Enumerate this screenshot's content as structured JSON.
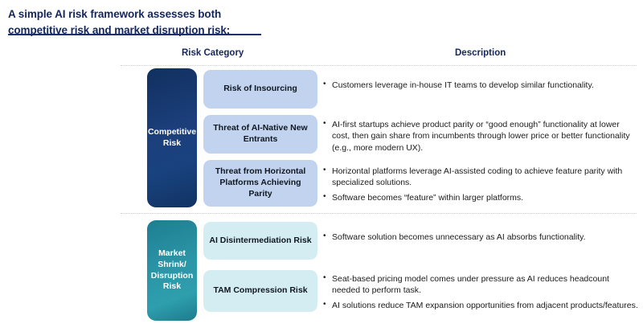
{
  "title": {
    "line1": "A simple AI risk framework assesses both",
    "line2": "competitive risk and market disruption risk:"
  },
  "table": {
    "headers": {
      "category": "Risk Category",
      "description": "Description"
    },
    "sections": [
      {
        "category_label": "Competitive\nRisk",
        "category_color": "#163a73",
        "pill_color": "#c2d3ef",
        "rows": [
          {
            "subtype": "Risk of Insourcing",
            "bullets": [
              "Customers leverage in-house IT teams to develop similar functionality."
            ]
          },
          {
            "subtype": "Threat of AI-Native New Entrants",
            "bullets": [
              "AI-first startups achieve product parity or “good enough” functionality at lower cost, then gain share from incumbents through lower price or better functionality (e.g., more modern UX)."
            ]
          },
          {
            "subtype": "Threat from Horizontal Platforms Achieving Parity",
            "bullets": [
              "Horizontal platforms leverage AI-assisted coding to achieve feature parity with specialized solutions.",
              "Software becomes “feature” within larger platforms."
            ]
          }
        ]
      },
      {
        "category_label": "Market Shrink/ Disruption Risk",
        "category_color": "#2a95a6",
        "pill_color": "#d3edf2",
        "rows": [
          {
            "subtype": "AI Disintermediation Risk",
            "bullets": [
              "Software solution becomes unnecessary as AI absorbs functionality."
            ]
          },
          {
            "subtype": "TAM Compression Risk",
            "bullets": [
              "Seat-based pricing model comes under pressure as AI reduces headcount needed to perform task.",
              "AI solutions reduce TAM expansion opportunities from adjacent products/features."
            ]
          }
        ]
      }
    ]
  }
}
